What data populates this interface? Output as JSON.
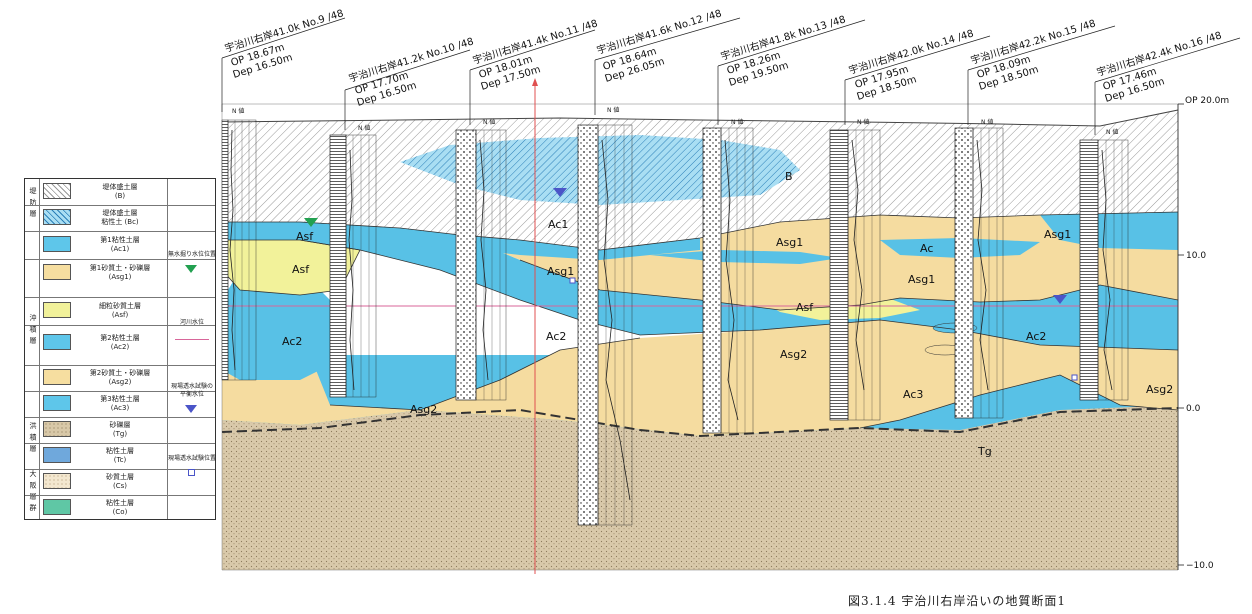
{
  "boreholes": [
    {
      "label": "宇治川右岸41.0k  No.9 /48",
      "op": "OP  18.67m",
      "dep": "Dep  16.50m"
    },
    {
      "label": "宇治川右岸41.2k  No.10 /48",
      "op": "OP  17.70m",
      "dep": "Dep  16.50m"
    },
    {
      "label": "宇治川右岸41.4k  No.11 /48",
      "op": "OP  18.01m",
      "dep": "Dep  17.50m"
    },
    {
      "label": "宇治川右岸41.6k  No.12 /48",
      "op": "OP  18.64m",
      "dep": "Dep  26.05m"
    },
    {
      "label": "宇治川右岸41.8k  No.13 /48",
      "op": "OP  18.26m",
      "dep": "Dep  19.50m"
    },
    {
      "label": "宇治川右岸42.0k  No.14 /48",
      "op": "OP  17.95m",
      "dep": "Dep  18.50m"
    },
    {
      "label": "宇治川右岸42.2k  No.15 /48",
      "op": "OP  18.09m",
      "dep": "Dep  18.50m"
    },
    {
      "label": "宇治川右岸42.4k  No.16 /48",
      "op": "OP  17.46m",
      "dep": "Dep  16.50m"
    }
  ],
  "n_value_label": "N 値",
  "axis": {
    "top_label": "OP  20.0m",
    "ticks": [
      "10.0",
      "0.0",
      "−10.0"
    ]
  },
  "layer_labels": {
    "B": "B",
    "Asf": "Asf",
    "Ac1": "Ac1",
    "Ac": "Ac",
    "Asg1": "Asg1",
    "Ac2": "Ac2",
    "Asg2": "Asg2",
    "Ac3": "Ac3",
    "Tg": "Tg"
  },
  "legend": {
    "groups": [
      "堤 防 層",
      "沖 積 層",
      "洪 積 層",
      "大 阪 層 群"
    ],
    "items": [
      {
        "name": "堤体盛土層",
        "code": "(B)",
        "color": "#ffffff",
        "pattern": "hatch-gray"
      },
      {
        "name": "堤体盛土層\n粘性土 (Bc)",
        "code": "",
        "color": "#ffffff",
        "pattern": "hatch-blue"
      },
      {
        "name": "第1粘性土層",
        "code": "(Ac1)",
        "color": "#5ec6ea",
        "pattern": "none"
      },
      {
        "name": "第1砂質土・砂礫層",
        "code": "(Asg1)",
        "color": "#f6dea0",
        "pattern": "none"
      },
      {
        "name": "細粒砂質土層",
        "code": "(Asf)",
        "color": "#f1f19a",
        "pattern": "none"
      },
      {
        "name": "第2粘性土層",
        "code": "(Ac2)",
        "color": "#5ec6ea",
        "pattern": "none"
      },
      {
        "name": "第2砂質土・砂礫層",
        "code": "(Asg2)",
        "color": "#f6dea0",
        "pattern": "none"
      },
      {
        "name": "第3粘性土層",
        "code": "(Ac3)",
        "color": "#5ec6ea",
        "pattern": "none"
      },
      {
        "name": "砂礫層",
        "code": "(Tg)",
        "color": "#d8c8a8",
        "pattern": "dots"
      },
      {
        "name": "粘性土層",
        "code": "(Tc)",
        "color": "#6fa8dc",
        "pattern": "none"
      },
      {
        "name": "砂質土層",
        "code": "(Cs)",
        "color": "#f3e7cf",
        "pattern": "dots"
      },
      {
        "name": "粘性土層",
        "code": "(Co)",
        "color": "#5fc7a5",
        "pattern": "none"
      }
    ],
    "right": [
      {
        "text": "無水掘り水位位置"
      },
      {
        "text": "河川水位"
      },
      {
        "text": "現場透水試験の\n平衡水位"
      },
      {
        "text": "現場透水試験位置"
      }
    ]
  },
  "caption": "図3.1.4   宇治川右岸沿いの地質断面1",
  "colors": {
    "clay": "#58c1e6",
    "sand": "#f5dca0",
    "fine_sand": "#f2f29a",
    "gravel": "#d7c7a6",
    "embank_blue": "#8fd3ef",
    "water_line": "#d8669a",
    "triangle_blue": "#4b55c8",
    "triangle_green": "#22a050",
    "red_line": "#e05050"
  }
}
